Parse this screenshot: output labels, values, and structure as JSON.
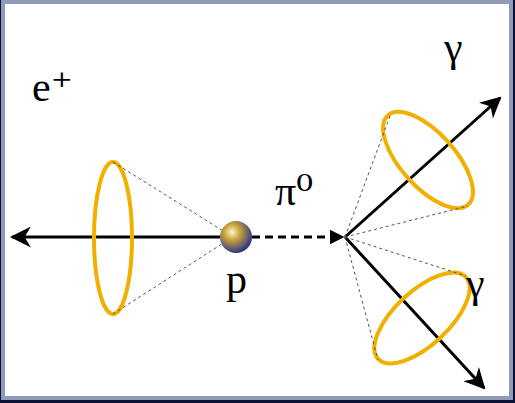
{
  "diagram": {
    "labels": [
      "e⁺",
      "π⁰",
      "p",
      "γ",
      "γ"
    ]
  }
}
